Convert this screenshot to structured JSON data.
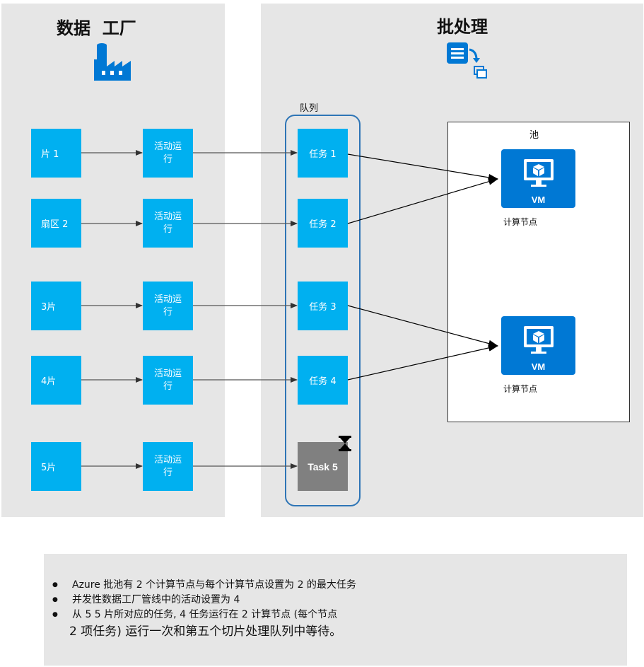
{
  "factory": {
    "title": "数据  工厂"
  },
  "batch": {
    "title": "批处理"
  },
  "queue": {
    "label": "队列"
  },
  "pool": {
    "label": "池"
  },
  "slices": [
    "片 1",
    "扇区 2",
    "3片",
    "4片",
    "5片"
  ],
  "activity_label": "活动运\n行",
  "tasks": [
    "任务 1",
    "任务 2",
    "任务 3",
    "任务 4",
    "Task 5"
  ],
  "vms": [
    {
      "label": "VM",
      "caption": "计算节点"
    },
    {
      "label": "VM",
      "caption": "计算节点"
    }
  ],
  "notes": [
    "Azure 批池有 2 个计算节点与每个计算节点设置为 2 的最大任务",
    "并发性数据工厂管线中的活动设置为 4",
    "从 5 5 片所对应的任务, 4 任务运行在 2 计算节点 (每个节点",
    "2 项任务) 运行一次和第五个切片处理队列中等待。"
  ],
  "colors": {
    "box": "#00b0f0",
    "waiting": "#808080",
    "vm": "#0078d4",
    "queue_border": "#2e75b6",
    "panel": "#e6e6e6"
  },
  "icons": [
    "factory-icon",
    "batch-icon",
    "hourglass-icon",
    "monitor-cube-icon"
  ]
}
